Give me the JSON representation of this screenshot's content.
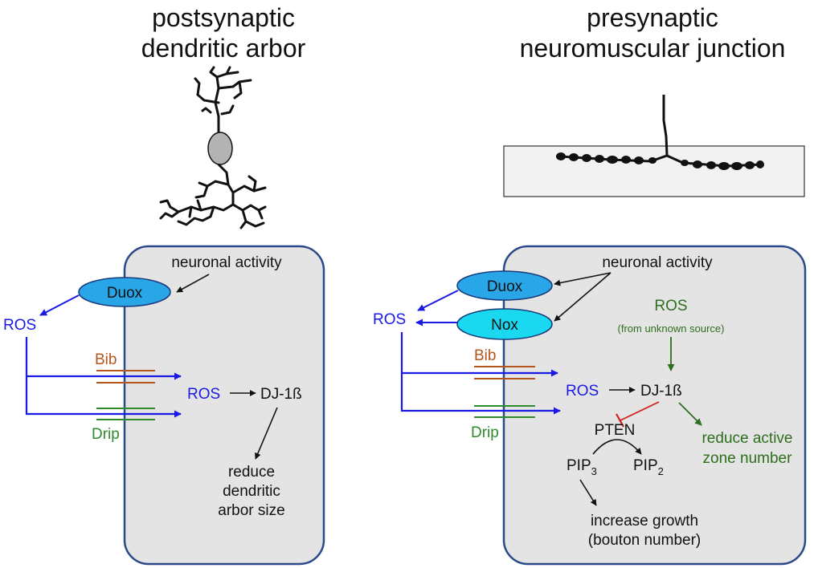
{
  "left": {
    "title_line1": "postsynaptic",
    "title_line2": "dendritic arbor",
    "activity": "neuronal activity",
    "duox": "Duox",
    "ros_out": "ROS",
    "bib": "Bib",
    "drip": "Drip",
    "ros_in": "ROS",
    "dj1b": "DJ-1ß",
    "outcome_line1": "reduce",
    "outcome_line2": "dendritic",
    "outcome_line3": "arbor size"
  },
  "right": {
    "title_line1": "presynaptic",
    "title_line2": "neuromuscular junction",
    "activity": "neuronal activity",
    "duox": "Duox",
    "nox": "Nox",
    "ros_out": "ROS",
    "bib": "Bib",
    "drip": "Drip",
    "ros_unknown": "ROS",
    "ros_unknown_note": "(from unknown source)",
    "ros_in": "ROS",
    "dj1b": "DJ-1ß",
    "pten": "PTEN",
    "pip3_base": "PIP",
    "pip3_sub": "3",
    "pip2_base": "PIP",
    "pip2_sub": "2",
    "growth_line1": "increase growth",
    "growth_line2": "(bouton number)",
    "zone_line1": "reduce active",
    "zone_line2": "zone number"
  },
  "colors": {
    "cell_fill": "#e4e4e4",
    "cell_stroke": "#2a4a8c",
    "duox_fill": "#29a6e8",
    "nox_fill": "#19d8f0",
    "ros_blue": "#1a1ae6",
    "bib_brown": "#b5541c",
    "drip_green": "#2e8b2e",
    "inhibit_red": "#d42020",
    "outcome_green": "#2e6e1e"
  },
  "icons": [
    "neuron-illustration",
    "neuromuscular-junction-illustration"
  ]
}
